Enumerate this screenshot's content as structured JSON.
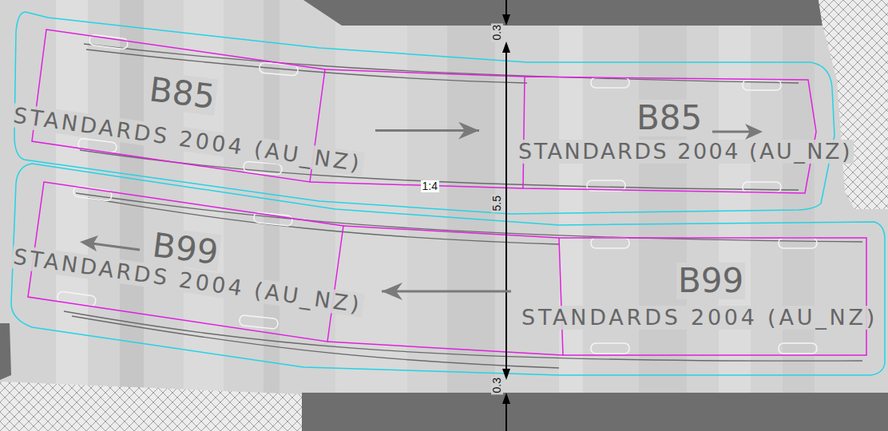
{
  "diagram": {
    "nodes": [
      {
        "text": [
          "B85",
          "STANDARDS 2004 (AU_NZ)"
        ]
      },
      {
        "text": [
          "B85",
          "STANDARDS 2004 (AU_NZ)"
        ]
      },
      {
        "text": [
          "B99",
          "STANDARDS 2004 (AU_NZ)"
        ]
      },
      {
        "text": [
          "B99",
          "STANDARDS 2004 (AU_NZ)"
        ]
      }
    ],
    "edges": [
      {
        "from": 0,
        "to": 1,
        "arrow": "to"
      },
      {
        "from": 3,
        "to": 2,
        "arrow": "to"
      }
    ],
    "labels": [
      "0.3",
      "1:4",
      "5.5",
      "0.3"
    ]
  }
}
